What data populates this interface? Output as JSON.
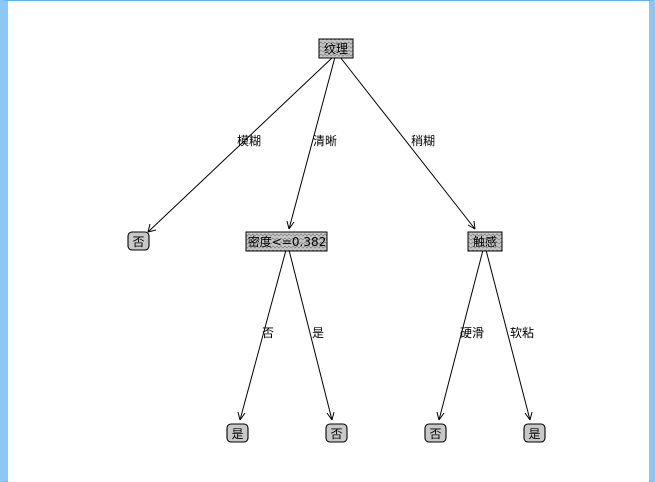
{
  "tree": {
    "nodes": {
      "root": "纹理",
      "density_split": "密度<=0.382",
      "touch": "触感",
      "leaf_blurry": "否",
      "leaf_density_no": "是",
      "leaf_density_yes": "否",
      "leaf_touch_hard": "否",
      "leaf_touch_soft": "是"
    },
    "edges": {
      "root_blurry": "模糊",
      "root_clear": "清晰",
      "root_slightly": "稍糊",
      "density_no": "否",
      "density_yes": "是",
      "touch_hard": "硬滑",
      "touch_soft": "软粘"
    }
  }
}
